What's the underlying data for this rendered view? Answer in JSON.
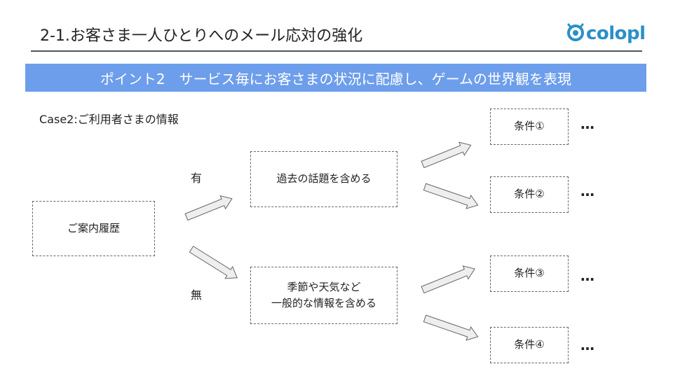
{
  "header": {
    "title": "2-1.お客さま一人ひとりへのメール応対の強化",
    "logo_text": "colopl"
  },
  "banner": {
    "text": "ポイント2　サービス毎にお客さまの状況に配慮し、ゲームの世界観を表現"
  },
  "case_label": "Case2:ご利用者さまの情報",
  "diagram": {
    "root": "ご案内履歴",
    "branch_yes": "有",
    "branch_no": "無",
    "node_yes": "過去の話題を含める",
    "node_no_line1": "季節や天気など",
    "node_no_line2": "一般的な情報を含める",
    "conditions": [
      "条件①",
      "条件②",
      "条件③",
      "条件④"
    ],
    "ellipsis": "…"
  },
  "colors": {
    "banner": "#6d9eeb",
    "logo": "#2a8fc8"
  }
}
